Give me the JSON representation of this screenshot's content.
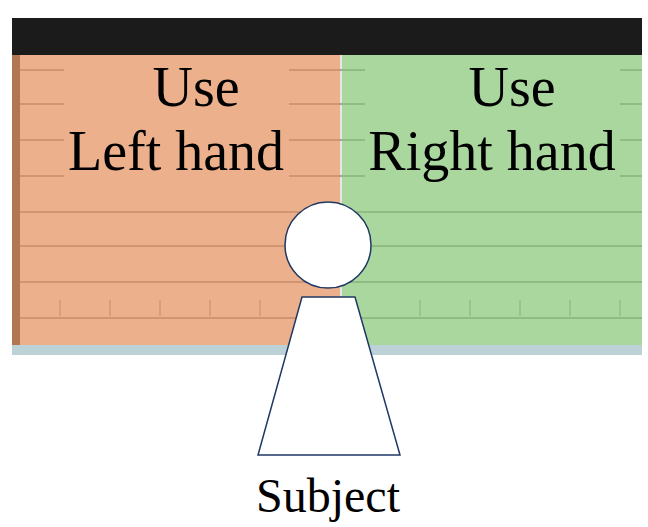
{
  "diagram": {
    "nodes": [
      {
        "text": [
          "Use Left hand"
        ]
      },
      {
        "text": [
          "Use Right hand"
        ]
      },
      {
        "text": [
          "Subject"
        ]
      }
    ]
  }
}
